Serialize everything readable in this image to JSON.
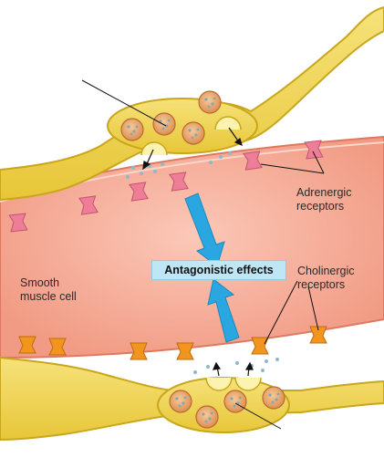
{
  "labels": {
    "adrenergic_line1": "Adrenergic",
    "adrenergic_line2": "receptors",
    "cholinergic_line1": "Cholinergic",
    "cholinergic_line2": "receptors",
    "smooth_line1": "Smooth",
    "smooth_line2": "muscle cell",
    "center": "Antagonistic effects"
  },
  "colors": {
    "axon_fill": "#f0d84c",
    "axon_stroke": "#c9a61a",
    "muscle_fill": "#f2a48f",
    "muscle_stroke": "#e07860",
    "vesicle_fill": "#e6a56a",
    "adrenergic_receptor": "#ee7e97",
    "cholinergic_receptor": "#f2951f",
    "neurotransmitter_dot": "#8fb8c9",
    "arrow_blue": "#2aa7e1",
    "label_box": "#bfe6f5"
  }
}
